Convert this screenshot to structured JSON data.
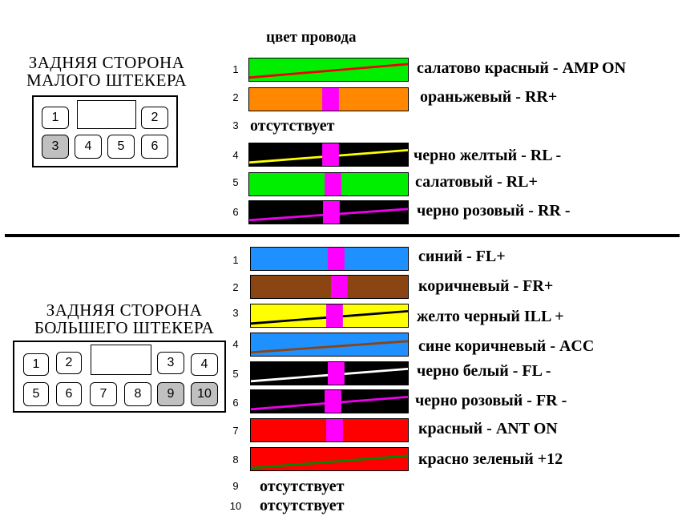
{
  "header": "цвет провода",
  "small_connector": {
    "title_line1": "ЗАДНЯЯ СТОРОНА",
    "title_line2": "МАЛОГО ШТЕКЕРА",
    "pins": [
      "1",
      "2",
      "3",
      "4",
      "5",
      "6"
    ]
  },
  "large_connector": {
    "title_line1": "ЗАДНЯЯ СТОРОНА",
    "title_line2": "БОЛЬШЕГО ШТЕКЕРА",
    "pins": [
      "1",
      "2",
      "3",
      "4",
      "5",
      "6",
      "7",
      "8",
      "9",
      "10"
    ]
  },
  "small_wires": [
    {
      "num": "1",
      "label": "салатово красный - AMP ON",
      "base": "#00ee00",
      "stripe": "#ee0000",
      "marker": false
    },
    {
      "num": "2",
      "label": "ораньжевый - RR+",
      "base": "#ff8800",
      "stripe": null,
      "marker": true
    },
    {
      "num": "3",
      "label": "отсутствует",
      "absent": true
    },
    {
      "num": "4",
      "label": "черно желтый - RL -",
      "base": "#000000",
      "stripe": "#ffff00",
      "marker": true
    },
    {
      "num": "5",
      "label": "салатовый - RL+",
      "base": "#00ee00",
      "stripe": null,
      "marker": true
    },
    {
      "num": "6",
      "label": "черно розовый - RR -",
      "base": "#000000",
      "stripe": "#ee00ee",
      "marker": true
    }
  ],
  "large_wires": [
    {
      "num": "1",
      "label": "синий - FL+",
      "base": "#1e90ff",
      "stripe": null,
      "marker": true
    },
    {
      "num": "2",
      "label": "коричневый - FR+",
      "base": "#8b4513",
      "stripe": null,
      "marker": true
    },
    {
      "num": "3",
      "label": "желто черный ILL +",
      "base": "#ffff00",
      "stripe": "#000000",
      "marker": true
    },
    {
      "num": "4",
      "label": "сине коричневый - ACC",
      "base": "#1e90ff",
      "stripe": "#8b4513",
      "marker": false
    },
    {
      "num": "5",
      "label": "черно белый - FL -",
      "base": "#000000",
      "stripe": "#ffffff",
      "marker": true
    },
    {
      "num": "6",
      "label": "черно розовый - FR -",
      "base": "#000000",
      "stripe": "#ee00ee",
      "marker": true
    },
    {
      "num": "7",
      "label": "красный - ANT ON",
      "base": "#ff0000",
      "stripe": null,
      "marker": true
    },
    {
      "num": "8",
      "label": "красно зеленый +12",
      "base": "#ff0000",
      "stripe": "#008800",
      "marker": false
    },
    {
      "num": "9",
      "label": "отсутствует",
      "absent": true
    },
    {
      "num": "10",
      "label": "отсутствует",
      "absent": true
    }
  ],
  "colors": {
    "marker": "#ff00ff"
  }
}
